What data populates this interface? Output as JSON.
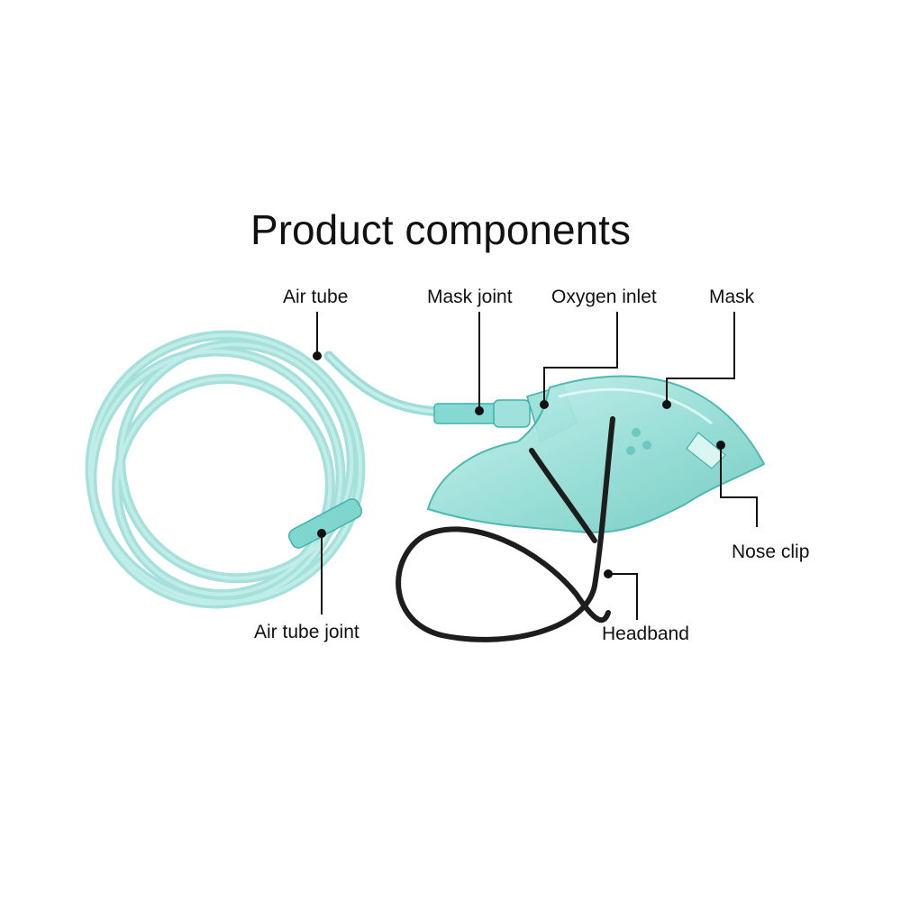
{
  "title": "Product components",
  "labels": {
    "air_tube": "Air tube",
    "mask_joint": "Mask joint",
    "oxygen_inlet": "Oxygen inlet",
    "mask": "Mask",
    "nose_clip": "Nose clip",
    "headband": "Headband",
    "air_tube_joint": "Air tube joint"
  },
  "colors": {
    "tube": "#7fd6cf",
    "tube_dark": "#3fb3ab",
    "mask": "#a9e6e0",
    "strap": "#1d1d1d",
    "leader": "#111111"
  }
}
